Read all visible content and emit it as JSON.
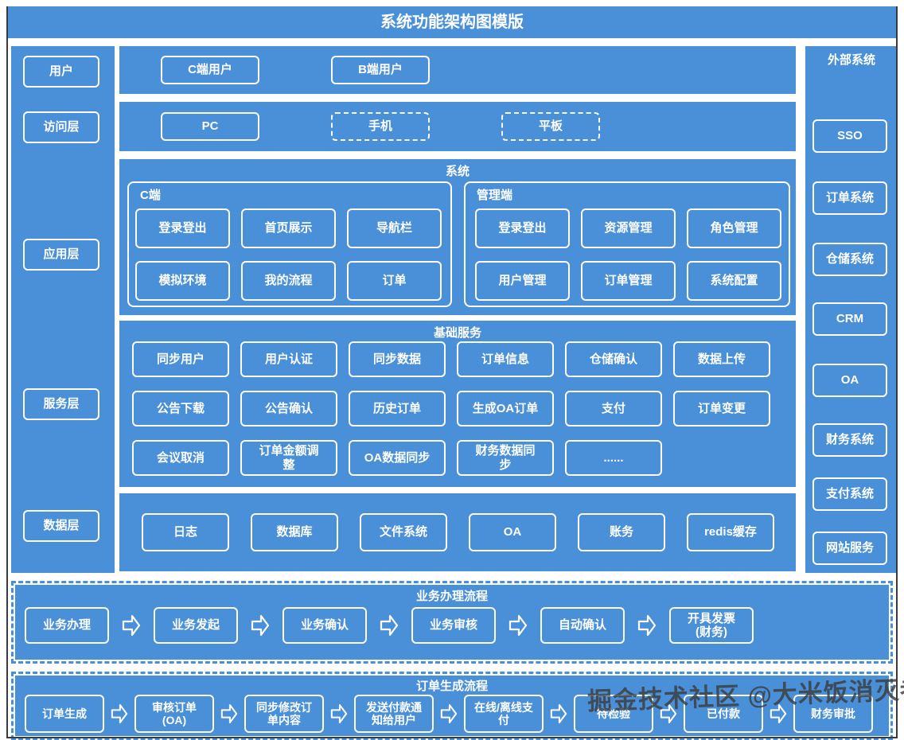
{
  "title": "系统功能架构图模版",
  "layers": {
    "items": [
      "用户",
      "访问层",
      "应用层",
      "服务层",
      "数据层"
    ]
  },
  "users": {
    "items": [
      "C端用户",
      "B端用户"
    ]
  },
  "access": {
    "items": [
      "PC",
      "手机",
      "平板"
    ]
  },
  "system": {
    "title": "系统",
    "c": {
      "title": "C端",
      "items": [
        "登录登出",
        "首页展示",
        "导航栏",
        "模拟环境",
        "我的流程",
        "订单"
      ]
    },
    "admin": {
      "title": "管理端",
      "items": [
        "登录登出",
        "资源管理",
        "角色管理",
        "用户管理",
        "订单管理",
        "系统配置"
      ]
    }
  },
  "services": {
    "title": "基础服务",
    "items": [
      "同步用户",
      "用户认证",
      "同步数据",
      "订单信息",
      "仓储确认",
      "数据上传",
      "公告下载",
      "公告确认",
      "历史订单",
      "生成OA订单",
      "支付",
      "订单变更",
      "会议取消",
      "订单金额调\n整",
      "OA数据同步",
      "财务数据同\n步",
      "......"
    ]
  },
  "data_layer": {
    "items": [
      "日志",
      "数据库",
      "文件系统",
      "OA",
      "账务",
      "redis缓存"
    ]
  },
  "external": {
    "title": "外部系统",
    "items": [
      "SSO",
      "订单系统",
      "仓储系统",
      "CRM",
      "OA",
      "财务系统",
      "支付系统",
      "网站服务"
    ]
  },
  "flow_business": {
    "title": "业务办理流程",
    "steps": [
      "业务办理",
      "业务发起",
      "业务确认",
      "业务审核",
      "自动确认",
      "开具发票\n(财务)"
    ]
  },
  "flow_order": {
    "title": "订单生成流程",
    "steps": [
      "订单生成",
      "审核订单\n(OA)",
      "同步修改订\n单内容",
      "发送付款通\n知给用户",
      "在线/离线支\n付",
      "待检验",
      "已付款",
      "财务审批"
    ]
  },
  "watermark": {
    "text": "掘金技术社区 @大米饭消灭者"
  },
  "colors": {
    "blue": "#4a90d9",
    "frame": "#3a3a3a",
    "watermark": "#3c3c3c"
  }
}
